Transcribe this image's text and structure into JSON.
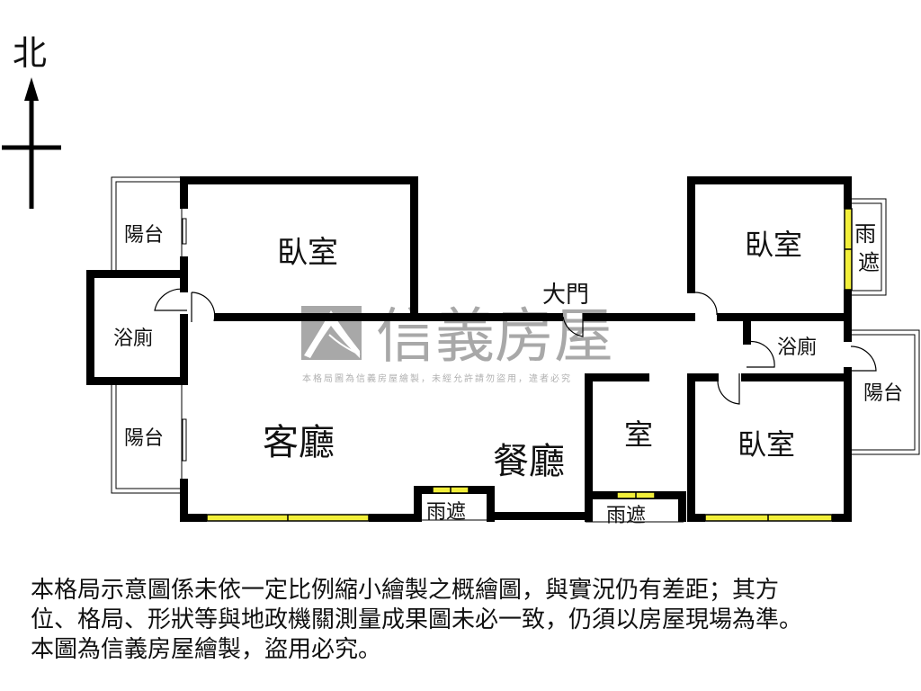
{
  "compass": {
    "north_label": "北",
    "icon": "north-arrow-icon"
  },
  "watermark": {
    "brand": "信義房屋",
    "subtitle": "本格局圖為信義房屋繪製，未經允許請勿盜用，違者必究",
    "logo_icon": "sinyi-roof-logo"
  },
  "rooms": {
    "bedroom_nw": "臥室",
    "balcony_nw": "陽台",
    "bath_w": "浴廁",
    "balcony_w": "陽台",
    "living_room": "客廳",
    "dining_room": "餐廳",
    "main_door": "大門",
    "room_small": "室",
    "bedroom_ne": "臥室",
    "awning_ne": "雨遮",
    "bath_e": "浴廁",
    "balcony_e": "陽台",
    "bedroom_se": "臥室",
    "awning_s1": "雨遮",
    "awning_s2": "雨遮"
  },
  "colors": {
    "wall": "#000000",
    "window": "#f2ef3a",
    "watermark": "#a8a8a8"
  },
  "disclaimer": {
    "line1": "本格局示意圖係未依一定比例縮小繪製之概繪圖，與實況仍有差距；其方",
    "line2": "位、格局、形狀等與地政機關測量成果圖未必一致，仍須以房屋現場為準。",
    "line3": "本圖為信義房屋繪製，盜用必究。"
  }
}
